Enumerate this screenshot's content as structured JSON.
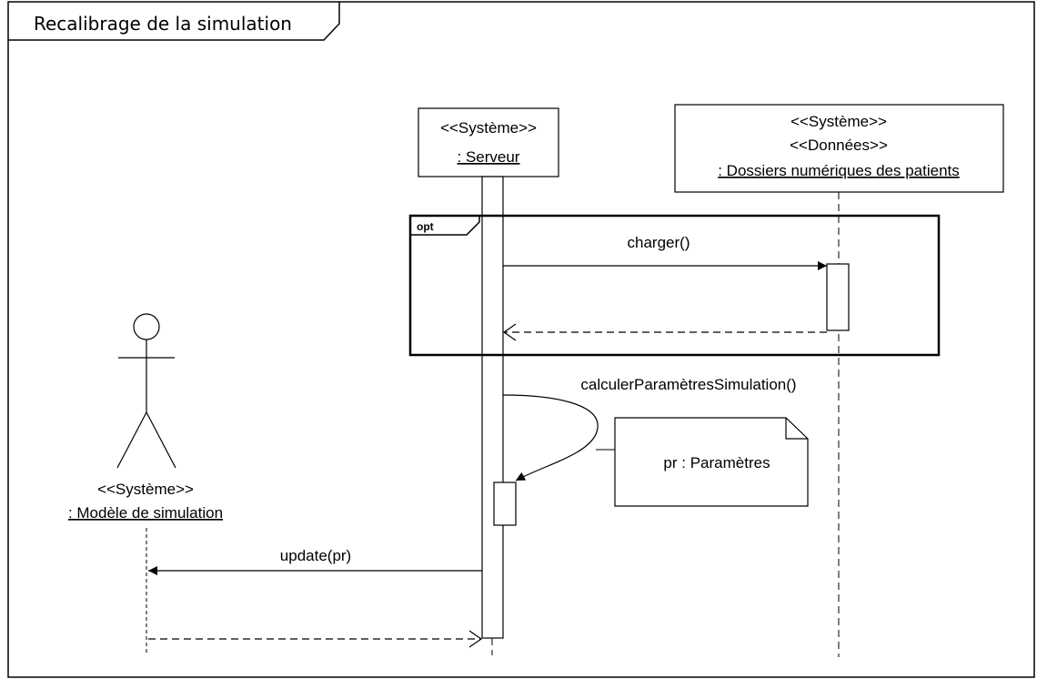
{
  "frame": {
    "title": "Recalibrage de la simulation"
  },
  "lifelines": {
    "serveur": {
      "stereotype": "<<Système>>",
      "name": ": Serveur"
    },
    "dossiers": {
      "stereotype": "<<Système>>",
      "stereotype2": "<<Données>>",
      "name": ": Dossiers numériques des patients"
    },
    "modele": {
      "stereotype": "<<Système>>",
      "name": ": Modèle de simulation"
    }
  },
  "fragment": {
    "operator": "opt"
  },
  "messages": {
    "charger": "charger()",
    "calculer": "calculerParamètresSimulation()",
    "update": "update(pr)"
  },
  "note": {
    "text": "pr : Paramètres"
  }
}
